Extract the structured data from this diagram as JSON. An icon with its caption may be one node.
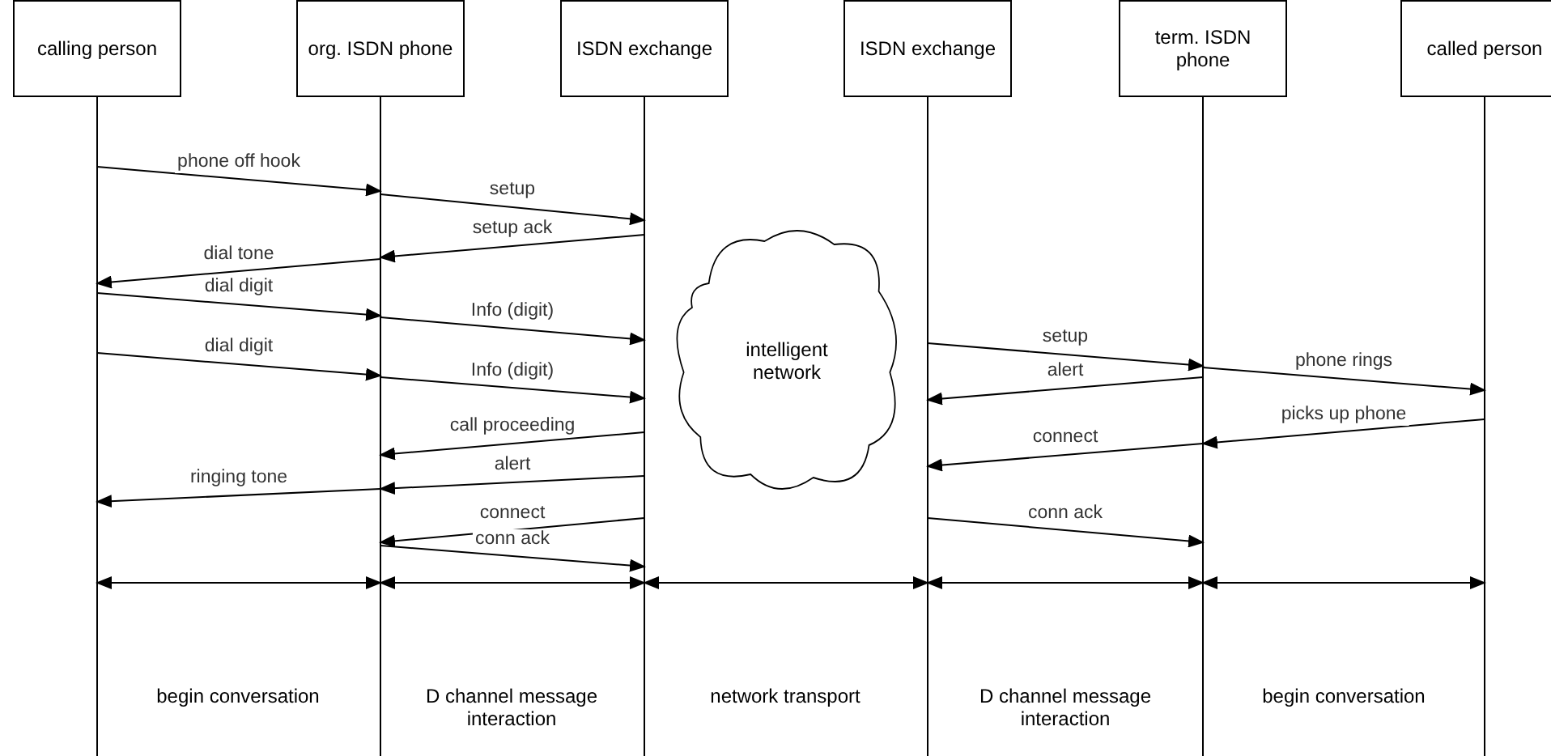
{
  "diagram": {
    "nodes": [
      {
        "text": [
          "calling person"
        ]
      },
      {
        "text": [
          "org. ISDN phone"
        ]
      },
      {
        "text": [
          "ISDN exchange"
        ]
      },
      {
        "text": [
          "ISDN exchange"
        ]
      },
      {
        "text": [
          "term. ISDN phone"
        ]
      },
      {
        "text": [
          "called person"
        ]
      },
      {
        "text": [
          "intelligent network"
        ]
      }
    ],
    "edges": [
      {
        "from": 0,
        "to": 1,
        "arrow": "to",
        "label": "phone off hook"
      },
      {
        "from": 1,
        "to": 2,
        "arrow": "to",
        "label": "setup"
      },
      {
        "from": 2,
        "to": 1,
        "arrow": "to",
        "label": "setup ack"
      },
      {
        "from": 1,
        "to": 0,
        "arrow": "to",
        "label": "dial tone"
      },
      {
        "from": 0,
        "to": 1,
        "arrow": "to",
        "label": "dial digit"
      },
      {
        "from": 1,
        "to": 2,
        "arrow": "to",
        "label": "Info (digit)"
      },
      {
        "from": 3,
        "to": 4,
        "arrow": "to",
        "label": "setup"
      },
      {
        "from": 0,
        "to": 1,
        "arrow": "to",
        "label": "dial digit"
      },
      {
        "from": 1,
        "to": 2,
        "arrow": "to",
        "label": "Info (digit)"
      },
      {
        "from": 4,
        "to": 5,
        "arrow": "to",
        "label": "phone rings"
      },
      {
        "from": 4,
        "to": 3,
        "arrow": "to",
        "label": "alert"
      },
      {
        "from": 5,
        "to": 4,
        "arrow": "to",
        "label": "picks up phone"
      },
      {
        "from": 4,
        "to": 3,
        "arrow": "to",
        "label": "connect"
      },
      {
        "from": 2,
        "to": 1,
        "arrow": "to",
        "label": "call proceeding"
      },
      {
        "from": 2,
        "to": 1,
        "arrow": "to",
        "label": "alert"
      },
      {
        "from": 1,
        "to": 0,
        "arrow": "to",
        "label": "ringing tone"
      },
      {
        "from": 2,
        "to": 1,
        "arrow": "to",
        "label": "connect"
      },
      {
        "from": 1,
        "to": 2,
        "arrow": "to",
        "label": "conn ack"
      },
      {
        "from": 3,
        "to": 4,
        "arrow": "to",
        "label": "conn ack"
      },
      {
        "from": 0,
        "to": 1,
        "arrow": "both"
      },
      {
        "from": 1,
        "to": 2,
        "arrow": "both"
      },
      {
        "from": 2,
        "to": 3,
        "arrow": "both"
      },
      {
        "from": 3,
        "to": 4,
        "arrow": "both"
      },
      {
        "from": 4,
        "to": 5,
        "arrow": "both"
      }
    ],
    "labels": [
      "begin conversation",
      "D channel message interaction",
      "network transport",
      "D channel message interaction",
      "begin conversation"
    ]
  }
}
